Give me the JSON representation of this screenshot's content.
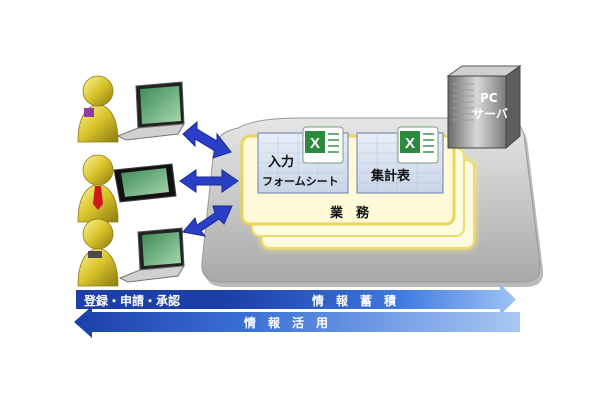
{
  "server": {
    "label_line1": "PC",
    "label_line2": "サーバ"
  },
  "sheets": {
    "input_line1": "入力",
    "input_line2": "フォームシート",
    "summary": "集計表",
    "excel_mark": "X"
  },
  "platform": {
    "label": "業　務"
  },
  "arrows": {
    "register": "登録・申請・承認",
    "accumulate": "情　報　蓄　積",
    "utilize": "情　報　活　用"
  },
  "icons": [
    "person-icon",
    "laptop-icon",
    "tablet-icon",
    "server-icon",
    "excel-icon",
    "bidirectional-arrow-icon"
  ],
  "colors": {
    "person": "#d8c32a",
    "arrow_blue": "#2a3fc8",
    "platform": "#c9c9c9",
    "sheet_glow": "#fff4a8",
    "excel_green": "#2c8a3e",
    "bar_blue": "#2f5fd0"
  }
}
